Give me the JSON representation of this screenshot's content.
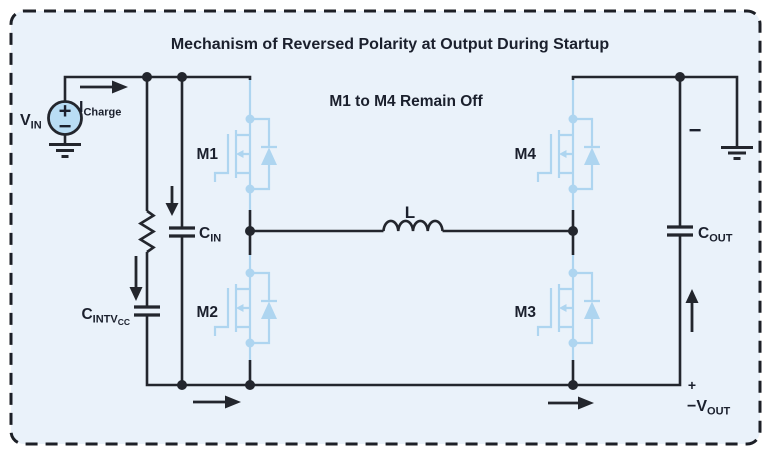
{
  "title": "Mechanism of Reversed Polarity at Output During Startup",
  "annotation": "M1 to M4 Remain Off",
  "colors": {
    "background": "#eaf2fa",
    "page": "#ffffff",
    "line": "#23262d",
    "text": "#1b202d",
    "mosfet": "#aed5f0",
    "source_fill": "#b9ddf4",
    "border": "#1c1f26"
  },
  "components": {
    "source": {
      "label": "V",
      "label_sub": "IN",
      "plus": "+",
      "minus": "−"
    },
    "charge_current": {
      "label": "I",
      "label_sub": "Charge"
    },
    "input_cap": {
      "label": "C",
      "label_sub": "IN"
    },
    "intvcc_cap": {
      "label": "C",
      "label_sub": "INTV",
      "label_subsub": "CC"
    },
    "output_cap": {
      "label": "C",
      "label_sub": "OUT"
    },
    "inductor": {
      "label": "L"
    },
    "mosfets": {
      "m1": "M1",
      "m2": "M2",
      "m3": "M3",
      "m4": "M4"
    },
    "output": {
      "minus_top": "−",
      "plus": "+",
      "label": "−V",
      "label_sub": "OUT"
    }
  }
}
